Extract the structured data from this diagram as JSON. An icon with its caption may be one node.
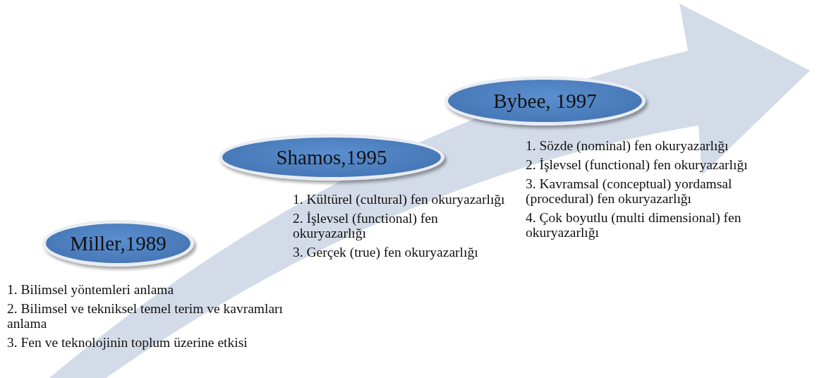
{
  "diagram": {
    "nodes": [
      {
        "text": [
          "Miller,1989"
        ],
        "beside": [
          "1. Bilimsel yöntemleri anlama",
          "2. Bilimsel ve tekniksel temel terim ve kavramları anlama",
          "3. Fen ve teknolojinin toplum üzerine etkisi"
        ]
      },
      {
        "text": [
          "Shamos,1995"
        ],
        "beside": [
          "1. Kültürel (cultural) fen okuryazarlığı",
          "2. İşlevsel (functional) fen okuryazarlığı",
          "3. Gerçek (true) fen okuryazarlığı"
        ]
      },
      {
        "text": [
          "Bybee, 1997"
        ],
        "beside": [
          "1. Sözde (nominal) fen okuryazarlığı",
          "2. İşlevsel (functional) fen okuryazarlığı",
          "3. Kavramsal (conceptual) yordamsal (procedural) fen okuryazarlığı",
          "4. Çok boyutlu (multi dimensional) fen okuryazarlığı"
        ]
      }
    ]
  }
}
